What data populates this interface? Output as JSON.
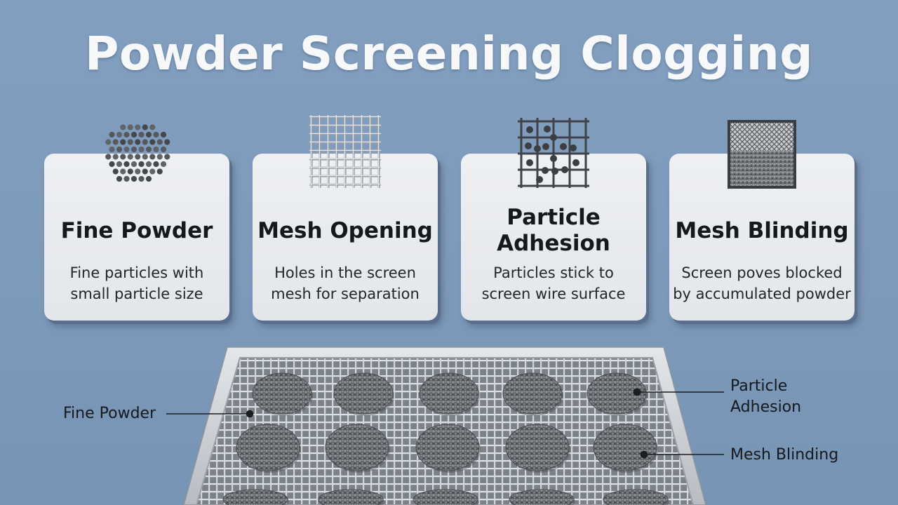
{
  "title": "Powder Screening Clogging",
  "cards": [
    {
      "icon": "fine-powder-icon",
      "title_lines": [
        "Fine Powder"
      ],
      "desc_lines": [
        "Fine particles with",
        "small particle size"
      ]
    },
    {
      "icon": "mesh-opening-icon",
      "title_lines": [
        "Mesh Opening"
      ],
      "desc_lines": [
        "Holes in the screen",
        "mesh for separation"
      ]
    },
    {
      "icon": "particle-adhesion-icon",
      "title_lines": [
        "Particle",
        "Adhesion"
      ],
      "desc_lines": [
        "Particles stick to",
        "screen wire surface"
      ]
    },
    {
      "icon": "mesh-blinding-icon",
      "title_lines": [
        "Mesh Blinding"
      ],
      "desc_lines": [
        "Screen poves blocked",
        "by accumulated powder"
      ]
    }
  ],
  "callouts": {
    "fine_powder": "Fine Powder",
    "particle_adhesion_line1": "Particle",
    "particle_adhesion_line2": "Adhesion",
    "mesh_blinding": "Mesh Blinding"
  },
  "colors": {
    "background": "#7f9bbb",
    "card": "#e8eaee",
    "particle": "#4d4f52",
    "mesh": "#d9dde2"
  }
}
